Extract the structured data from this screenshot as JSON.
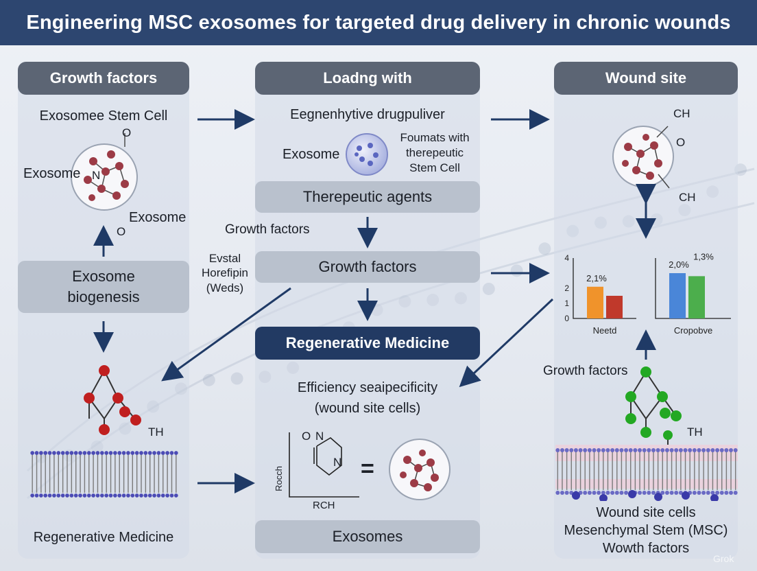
{
  "title": "Engineering MSC exosomes for targeted drug delivery in chronic wounds",
  "left_panel": {
    "header": "Growth factors",
    "subtitle": "Exosomee Stem Cell",
    "mol_label_o_top": "O",
    "mol_label_left": "Exosome",
    "mol_label_n": "N",
    "mol_label_right": "Exosome",
    "mol_label_o_bottom": "O",
    "box_biogenesis": "Exosome\nbiogenesis",
    "mol_label_th": "TH",
    "footer": "Regenerative Medicine"
  },
  "middle_panel": {
    "header": "Loadng with",
    "subtitle": "Eegnenhytive drugpuliver",
    "exosome_label": "Exosome",
    "formulation_text": "Foumats with\ntherepeutic\nStem Cell",
    "box_agents": "Therepeutic agents",
    "box_growth": "Growth factors",
    "box_regen": "Regenerative Medicine",
    "efficiency_line1": "Efficiency seaipecificity",
    "efficiency_line2": "(wound site cells)",
    "axis_y_label": "Rocch",
    "axis_x_label": "RCH",
    "ring_label_o": "O",
    "ring_label_n_top": "N",
    "ring_label_n_mid": "N",
    "equals": "=",
    "footer": "Exosomes"
  },
  "side_labels": {
    "growth_factors": "Growth factors",
    "evstal": "Evstal\nHorefipin\n(Weds)"
  },
  "right_panel": {
    "header": "Wound site",
    "mol_ch_top": "CH",
    "mol_o": "O",
    "mol_ch_bottom": "CH",
    "growth_factors_label": "Growth factors",
    "mol_th": "TH",
    "footer_line1": "Wound site cells",
    "footer_line2": "Mesenchymal Stem (MSC)",
    "footer_line3": "Wowth factors"
  },
  "chart_data": [
    {
      "type": "bar",
      "categories": [
        "Neetd"
      ],
      "series": [
        {
          "values": [
            2.1
          ],
          "color": "#f0932b"
        },
        {
          "values": [
            1.5
          ],
          "color": "#c0392b"
        }
      ],
      "data_labels": [
        "2,1%"
      ],
      "y_ticks": [
        "0",
        "1",
        "2",
        "4"
      ],
      "ylim": [
        0,
        4
      ]
    },
    {
      "type": "bar",
      "categories": [
        "Cropobve"
      ],
      "series": [
        {
          "values": [
            3.0
          ],
          "color": "#4a86d8"
        },
        {
          "values": [
            2.8
          ],
          "color": "#4cae4c"
        }
      ],
      "data_labels": [
        "2,0%",
        "1,3%"
      ],
      "ylim": [
        0,
        4
      ]
    }
  ],
  "colors": {
    "title_bg": "#2d4670",
    "panel_header": "#5c6574",
    "navy_box": "#223a63",
    "arrow": "#1f3a66",
    "exosome_dot": "#9c3b46",
    "lipid_head": "#4b4bb5",
    "growth_factor_dot": "#23a823"
  },
  "watermark": "Grok"
}
